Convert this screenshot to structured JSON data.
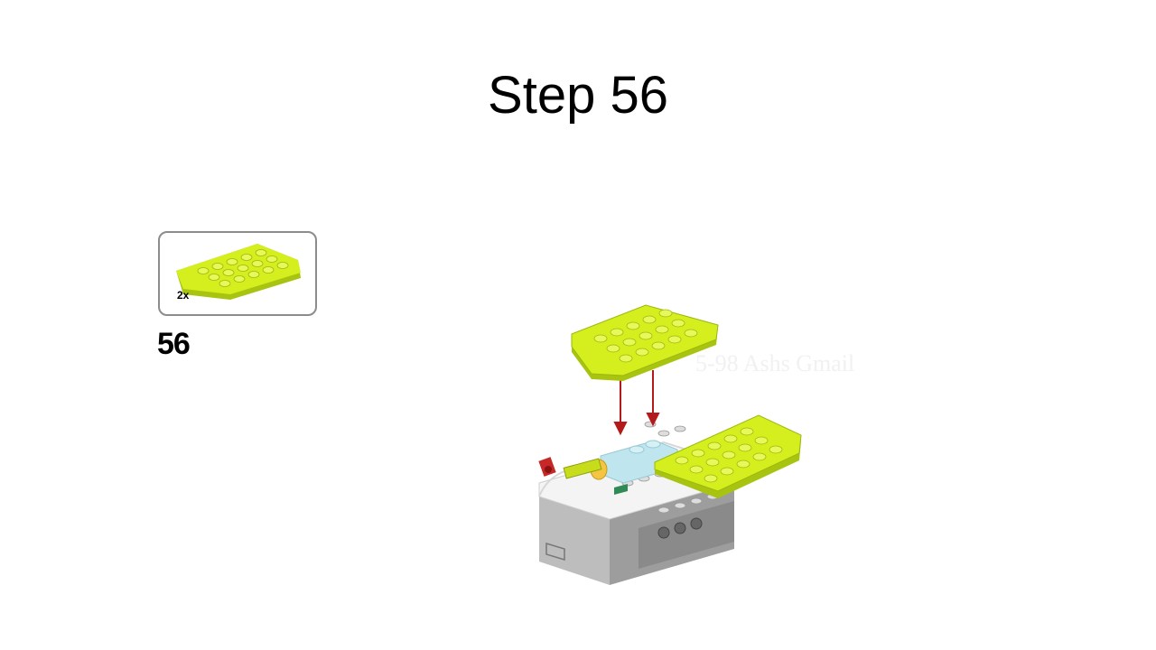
{
  "slide": {
    "title": "Step 56",
    "step_number": "56",
    "part_quantity": "2x",
    "watermark": "5-98 Ashs Gmail"
  },
  "colors": {
    "lime": "#d4ee1e",
    "lime_dark": "#a8c411",
    "arrow": "#b31b1b",
    "hub_white": "#f2f2f2",
    "hub_grey": "#cfcfcf",
    "transparent_blue": "#bfe6ee"
  },
  "icons": [
    "lime-wedge-plate-icon",
    "red-assembly-arrow-icon",
    "smarthub-icon",
    "tilt-sensor-icon"
  ]
}
